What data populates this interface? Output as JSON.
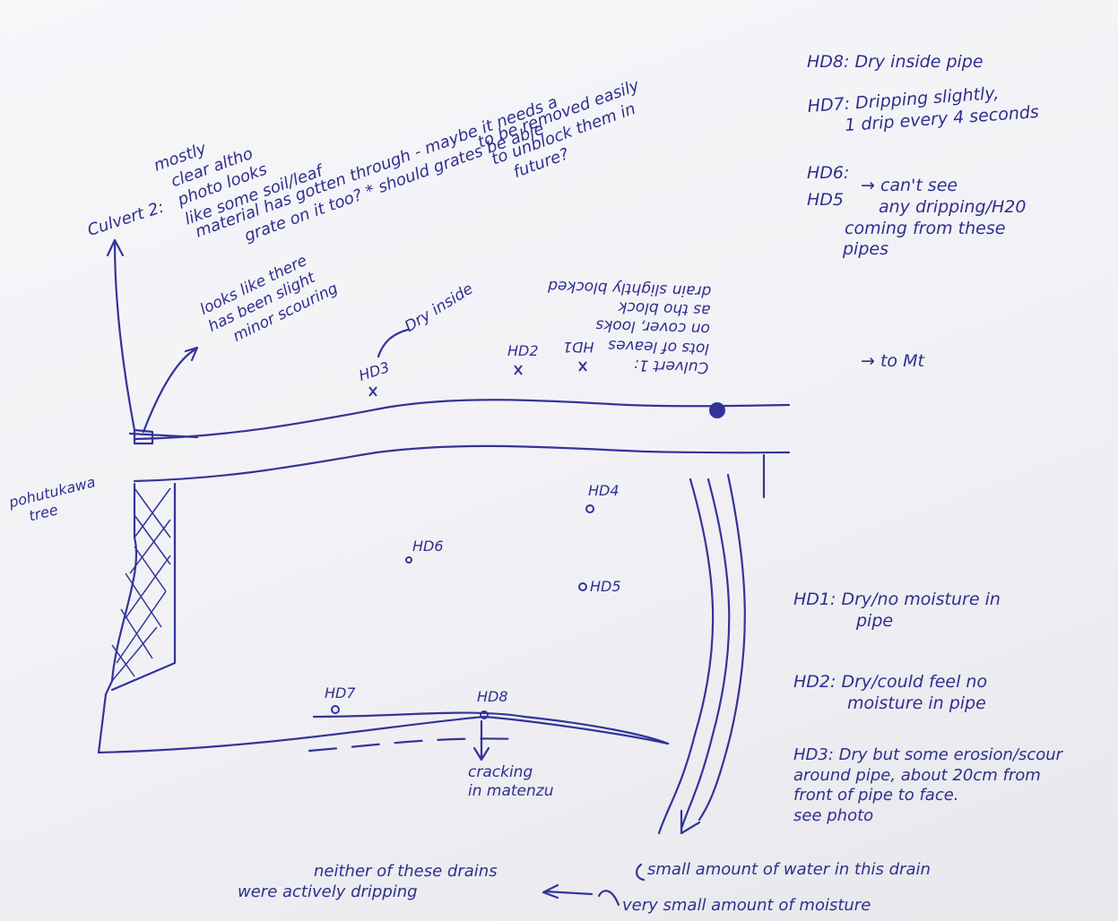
{
  "notes": {
    "right_hd8": [
      "HD8: Dry inside pipe"
    ],
    "right_hd7": [
      "HD7: Dripping slightly,",
      "1 drip every 4 seconds"
    ],
    "right_hd6_label": "HD6:",
    "right_hd5": [
      "HD5",
      "→ can't see",
      "any dripping/H20",
      "coming from these",
      "pipes"
    ],
    "to_mt": "→ to Mt",
    "culvert2": [
      "Culvert 2:",
      "mostly",
      "clear altho",
      "photo looks",
      "like some soil/leaf",
      "material has gotten through - maybe it needs a",
      "grate on it too? * should grates be able",
      "to be removed easily",
      "to unblock them in",
      "future?"
    ],
    "scouring": [
      "looks like there",
      "has been slight",
      "minor scouring"
    ],
    "dry_inside": "Dry inside",
    "culvert1_upside_down": [
      "Culvert 1:",
      "lots of leaves",
      "on cover, looks",
      "as tho block",
      "drain slightly blocked"
    ],
    "pohutukawa": [
      "pohutukawa",
      "tree"
    ],
    "hd1": [
      "HD1: Dry/no moisture in",
      "pipe"
    ],
    "hd2": [
      "HD2: Dry/could feel no",
      "moisture in pipe"
    ],
    "hd3": [
      "HD3: Dry but some erosion/scour",
      "around pipe, about 20cm from",
      "front of pipe to face.",
      "see photo"
    ],
    "cracking": [
      "cracking",
      "in matenzu"
    ],
    "neither": [
      "neither of these drains",
      "were actively dripping"
    ],
    "small_water": "small amount of water in this drain",
    "very_small": "very small amount of moisture"
  },
  "markers": {
    "HD1": "HD1",
    "HD2": "HD2",
    "HD3": "HD3",
    "HD4": "HD4",
    "HD5": "HD5",
    "HD6": "HD6",
    "HD7": "HD7",
    "HD8": "HD8"
  },
  "colors": {
    "ink": "#33349a",
    "paper": "#f4f4f7"
  }
}
